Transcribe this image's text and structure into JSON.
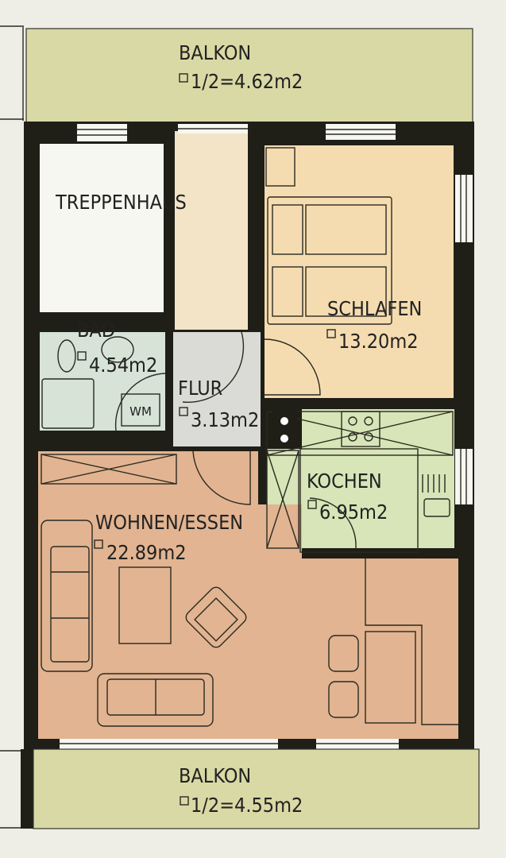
{
  "colors": {
    "wall": "#1f1e17",
    "balcony": "#d9d9a5",
    "stairwell": "#f7f7f2",
    "corridor_upper": "#f3e4c8",
    "bedroom": "#f5dcb0",
    "bathroom": "#d6e3d6",
    "hallway": "#dadad6",
    "kitchen": "#d7e5b8",
    "living": "#e2b491",
    "paper": "#efeee6"
  },
  "rooms": {
    "balkon_top": {
      "name": "BALKON",
      "area": "1/2=4.62m2"
    },
    "treppenhaus": {
      "name": "TREPPENHAUS"
    },
    "schlafen": {
      "name": "SCHLAFEN",
      "area": "13.20m2"
    },
    "bad": {
      "name": "BAD",
      "area": "4.54m2",
      "appliance": "WM"
    },
    "flur": {
      "name": "FLUR",
      "area": "3.13m2"
    },
    "kochen": {
      "name": "KOCHEN",
      "area": "6.95m2"
    },
    "wohnen": {
      "name": "WOHNEN/ESSEN",
      "area": "22.89m2"
    },
    "balkon_bottom": {
      "name": "BALKON",
      "area": "1/2=4.55m2"
    }
  }
}
